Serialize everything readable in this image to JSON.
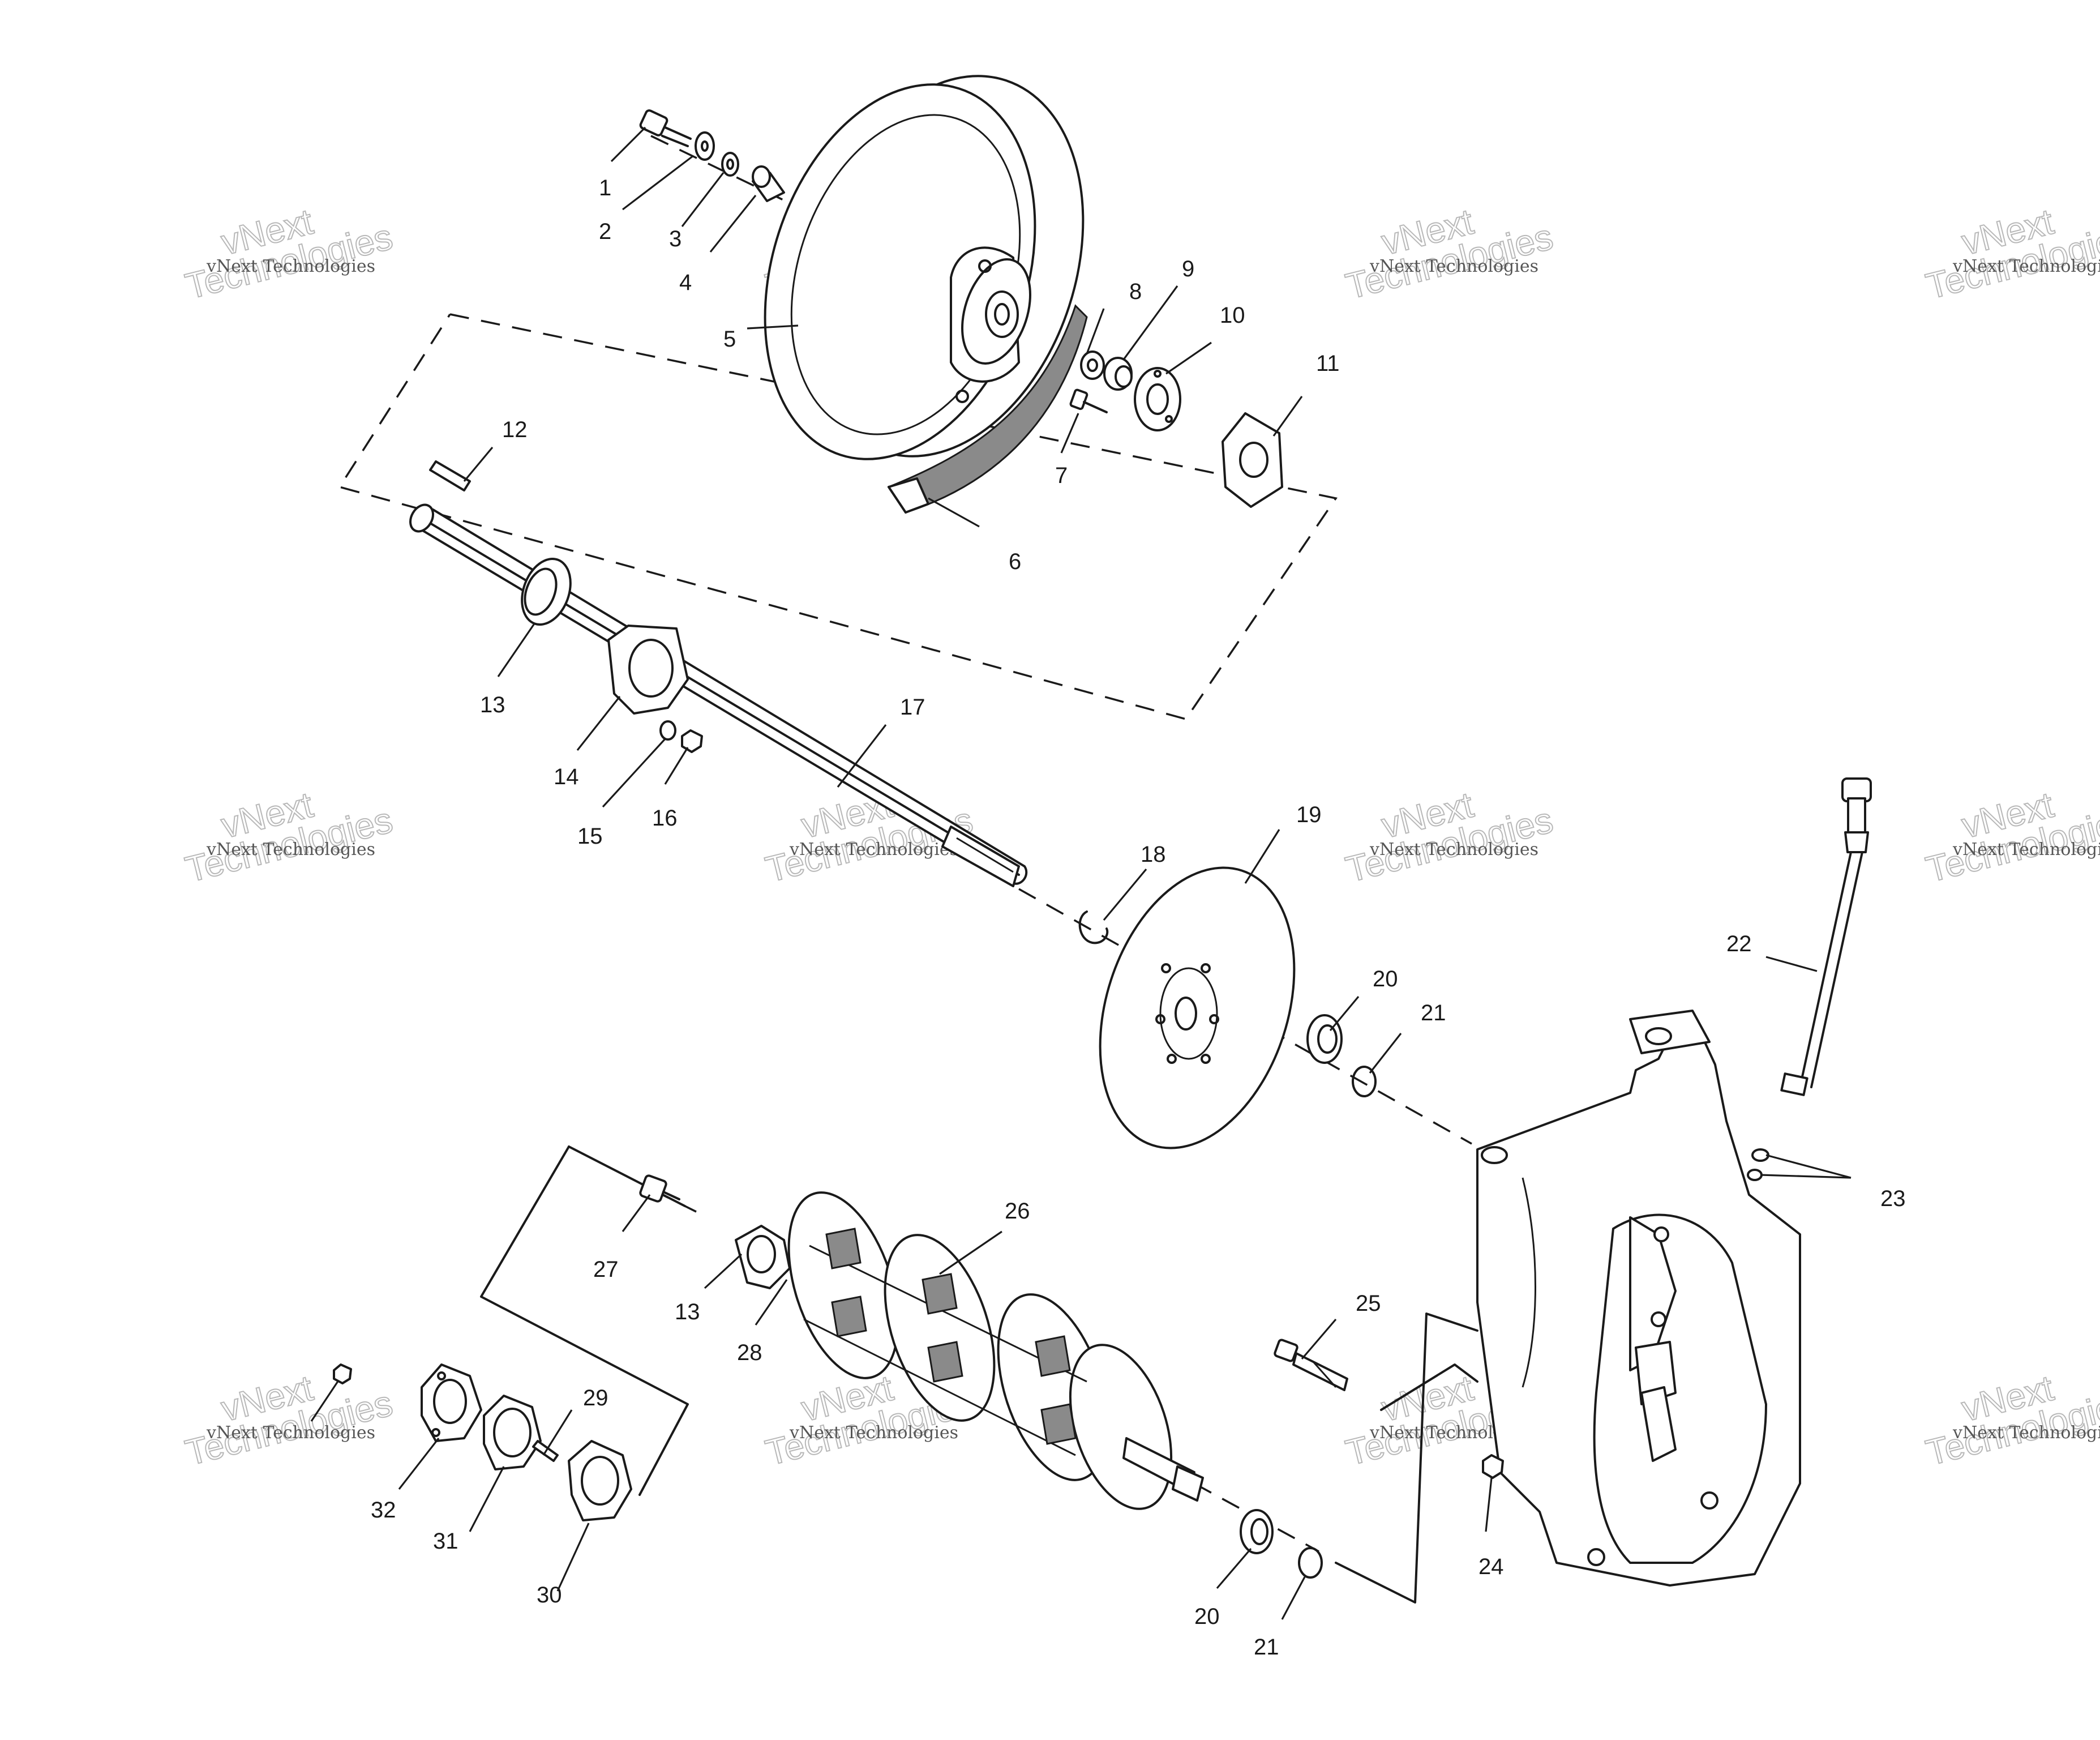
{
  "watermark": {
    "line_small": "vNext Technologies",
    "line_big_1": "vNext",
    "line_big_2": "Technologies"
  },
  "callouts": [
    "1",
    "2",
    "3",
    "4",
    "5",
    "6",
    "7",
    "8",
    "9",
    "10",
    "11",
    "12",
    "13",
    "14",
    "15",
    "16",
    "17",
    "18",
    "19",
    "20",
    "21",
    "22",
    "23",
    "24",
    "25",
    "26",
    "27",
    "13",
    "28",
    "29",
    "30",
    "31",
    "32",
    "20",
    "21"
  ],
  "colors": {
    "ink": "#1a1a1a",
    "watermark": "#b8b8b8",
    "shade": "#8a8a8a"
  }
}
